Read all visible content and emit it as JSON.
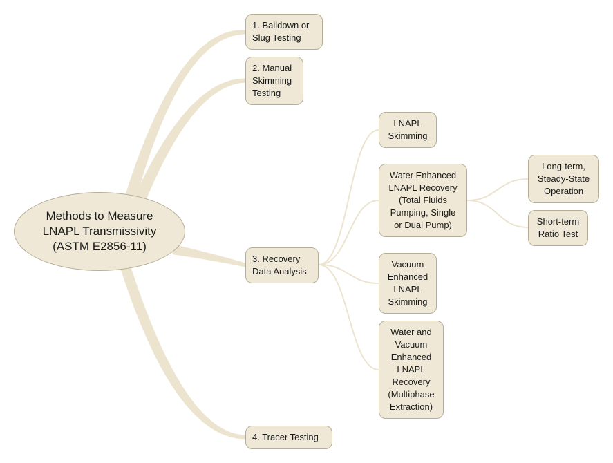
{
  "colors": {
    "node_fill": "#efe8d6",
    "node_border": "#b5ad96",
    "connector": "#ece4cf"
  },
  "diagram": {
    "root": {
      "label": "Methods to Measure\nLNAPL Transmissivity\n(ASTM E2856-11)"
    },
    "methods": [
      {
        "label": "1. Baildown or\nSlug Testing"
      },
      {
        "label": "2. Manual\nSkimming\nTesting"
      },
      {
        "label": "3. Recovery\nData Analysis"
      },
      {
        "label": "4. Tracer Testing"
      }
    ],
    "recovery_methods": [
      {
        "label": "LNAPL\nSkimming"
      },
      {
        "label": "Water Enhanced\nLNAPL Recovery\n(Total Fluids\nPumping, Single\nor Dual Pump)"
      },
      {
        "label": "Vacuum\nEnhanced\nLNAPL\nSkimming"
      },
      {
        "label": "Water and\nVacuum\nEnhanced\nLNAPL\nRecovery\n(Multiphase\nExtraction)"
      }
    ],
    "water_enhanced_options": [
      {
        "label": "Long-term,\nSteady-State\nOperation"
      },
      {
        "label": "Short-term\nRatio Test"
      }
    ]
  }
}
